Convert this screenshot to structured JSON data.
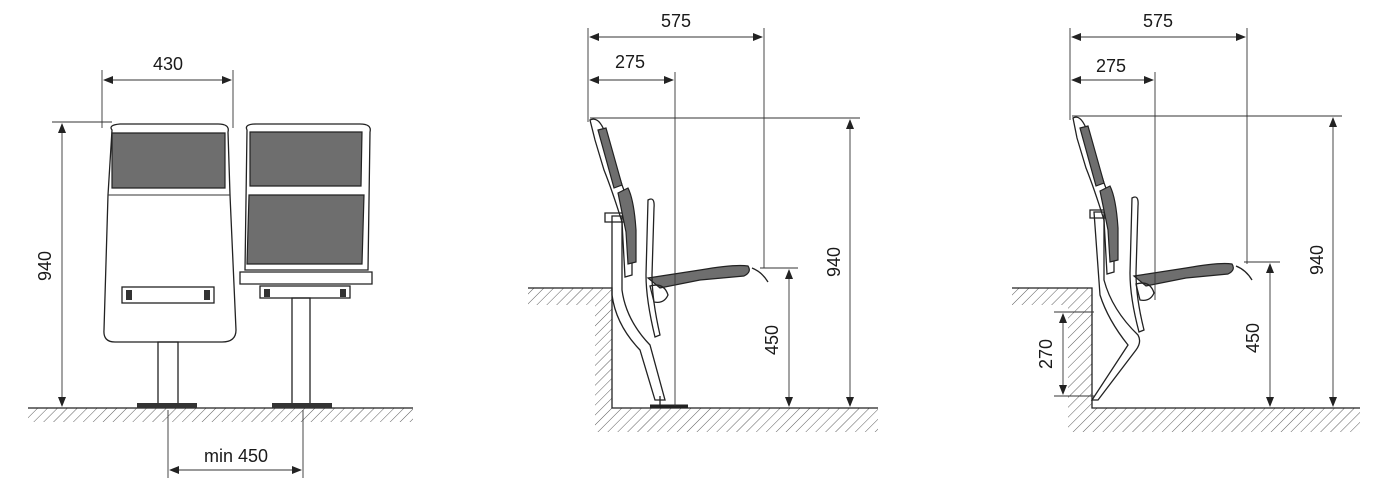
{
  "front_view": {
    "width_label": "430",
    "height_label": "940",
    "spacing_label": "min 450"
  },
  "side_view_floor": {
    "depth_total_label": "575",
    "depth_seat_label": "275",
    "height_label": "940",
    "seat_height_label": "450"
  },
  "side_view_riser": {
    "depth_total_label": "575",
    "depth_seat_label": "275",
    "height_label": "940",
    "seat_height_label": "450",
    "riser_label": "270"
  },
  "colors": {
    "line": "#222222",
    "pad": "#6e6e6e",
    "background": "#ffffff"
  }
}
